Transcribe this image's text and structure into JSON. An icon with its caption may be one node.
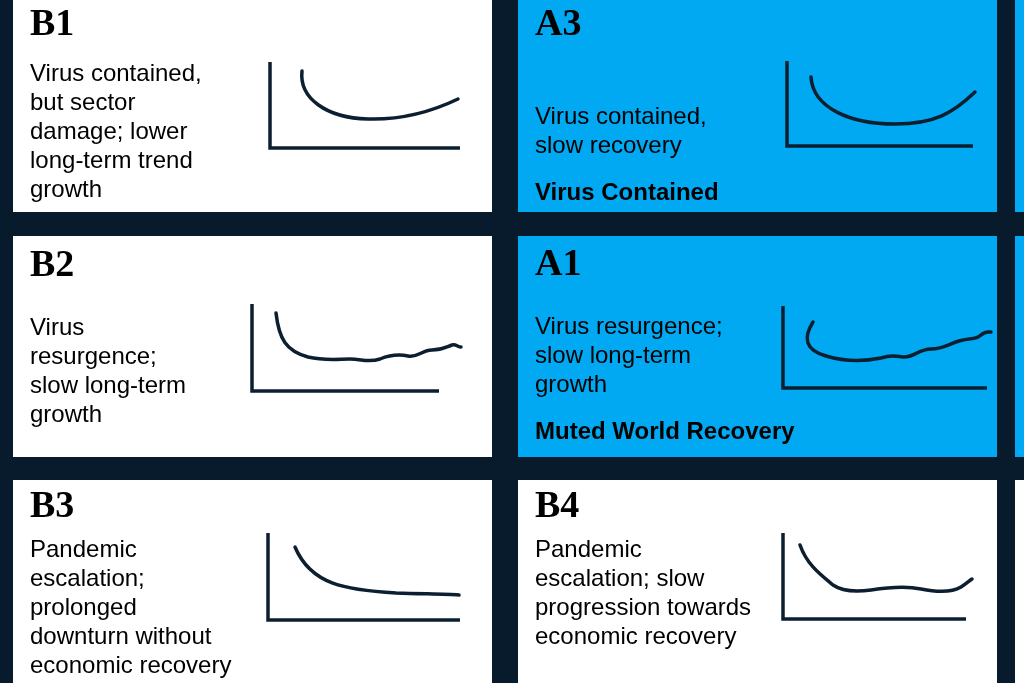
{
  "diagram": {
    "nodes": [
      {
        "text": [
          "B1",
          "Virus contained, but sector damage; lower long-term trend growth"
        ]
      },
      {
        "text": [
          "A3",
          "Virus contained, slow recovery",
          "Virus Contained"
        ]
      },
      {
        "text": [],
        "shape": "box"
      },
      {
        "text": [
          "B2",
          "Virus resurgence; slow long-term growth"
        ]
      },
      {
        "text": [
          "A1",
          "Virus resurgence; slow long-term growth",
          "Muted World Recovery"
        ]
      },
      {
        "text": [],
        "shape": "box"
      },
      {
        "text": [
          "B3",
          "Pandemic escalation; prolonged downturn without economic recovery"
        ]
      },
      {
        "text": [
          "B4",
          "Pandemic escalation; slow progression towards economic recovery"
        ]
      },
      {
        "text": [],
        "shape": "box"
      }
    ]
  }
}
